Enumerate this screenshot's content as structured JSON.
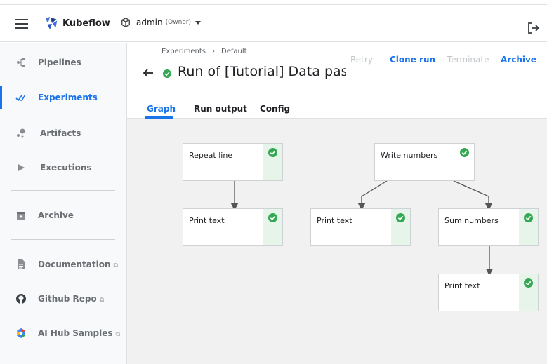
{
  "header": {
    "brand": "Kubeflow",
    "namespace": "admin",
    "role": "(Owner)"
  },
  "sidebar": {
    "items": [
      {
        "label": "Pipelines",
        "icon": "pipelines-icon"
      },
      {
        "label": "Experiments",
        "icon": "experiments-icon",
        "active": true
      },
      {
        "label": "Artifacts",
        "icon": "artifacts-icon"
      },
      {
        "label": "Executions",
        "icon": "executions-icon"
      },
      {
        "label": "Archive",
        "icon": "archive-icon"
      },
      {
        "label": "Documentation",
        "icon": "documentation-icon",
        "external": true
      },
      {
        "label": "Github Repo",
        "icon": "github-icon",
        "external": true
      },
      {
        "label": "AI Hub Samples",
        "icon": "ai-hub-icon",
        "external": true
      }
    ]
  },
  "breadcrumb": {
    "items": [
      "Experiments",
      "Default"
    ],
    "separator": "›"
  },
  "run": {
    "title": "Run of [Tutorial] Data passi",
    "status": "succeeded"
  },
  "actions": {
    "retry": "Retry",
    "clone": "Clone run",
    "terminate": "Terminate",
    "archive": "Archive"
  },
  "tabs": [
    "Graph",
    "Run output",
    "Config"
  ],
  "graph": {
    "nodes": [
      {
        "label": "Repeat line",
        "status": "succeeded"
      },
      {
        "label": "Print text",
        "status": "succeeded"
      },
      {
        "label": "Write numbers",
        "status": "succeeded"
      },
      {
        "label": "Print text",
        "status": "succeeded"
      },
      {
        "label": "Sum numbers",
        "status": "succeeded"
      },
      {
        "label": "Print text",
        "status": "succeeded"
      }
    ]
  },
  "colors": {
    "accent": "#1a73e8",
    "success": "#34a853",
    "success_bg": "#e6f4ea",
    "graph_bg": "#f1f1f1"
  }
}
